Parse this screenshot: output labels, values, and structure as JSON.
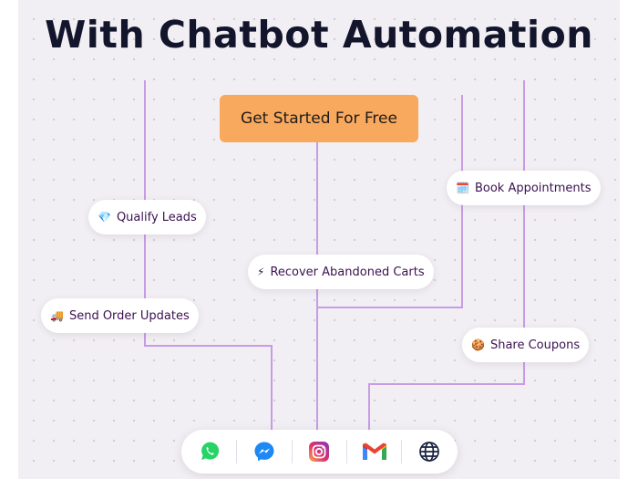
{
  "headline": "With Chatbot Automation",
  "cta_label": "Get Started For Free",
  "use_cases": {
    "qualify": {
      "icon": "💎",
      "label": "Qualify Leads"
    },
    "book": {
      "icon": "🗓️",
      "label": "Book Appointments"
    },
    "recover": {
      "icon": "⚡",
      "label": "Recover Abandoned Carts"
    },
    "order": {
      "icon": "🚚",
      "label": "Send Order Updates"
    },
    "coupon": {
      "icon": "🍪",
      "label": "Share Coupons"
    }
  },
  "channels": [
    "whatsapp-icon",
    "messenger-icon",
    "instagram-icon",
    "gmail-icon",
    "globe-icon"
  ],
  "colors": {
    "background": "#f1eff3",
    "cta": "#f8a95d",
    "connector": "#c79be6",
    "headline": "#12152b",
    "pill_text": "#3b1150"
  }
}
